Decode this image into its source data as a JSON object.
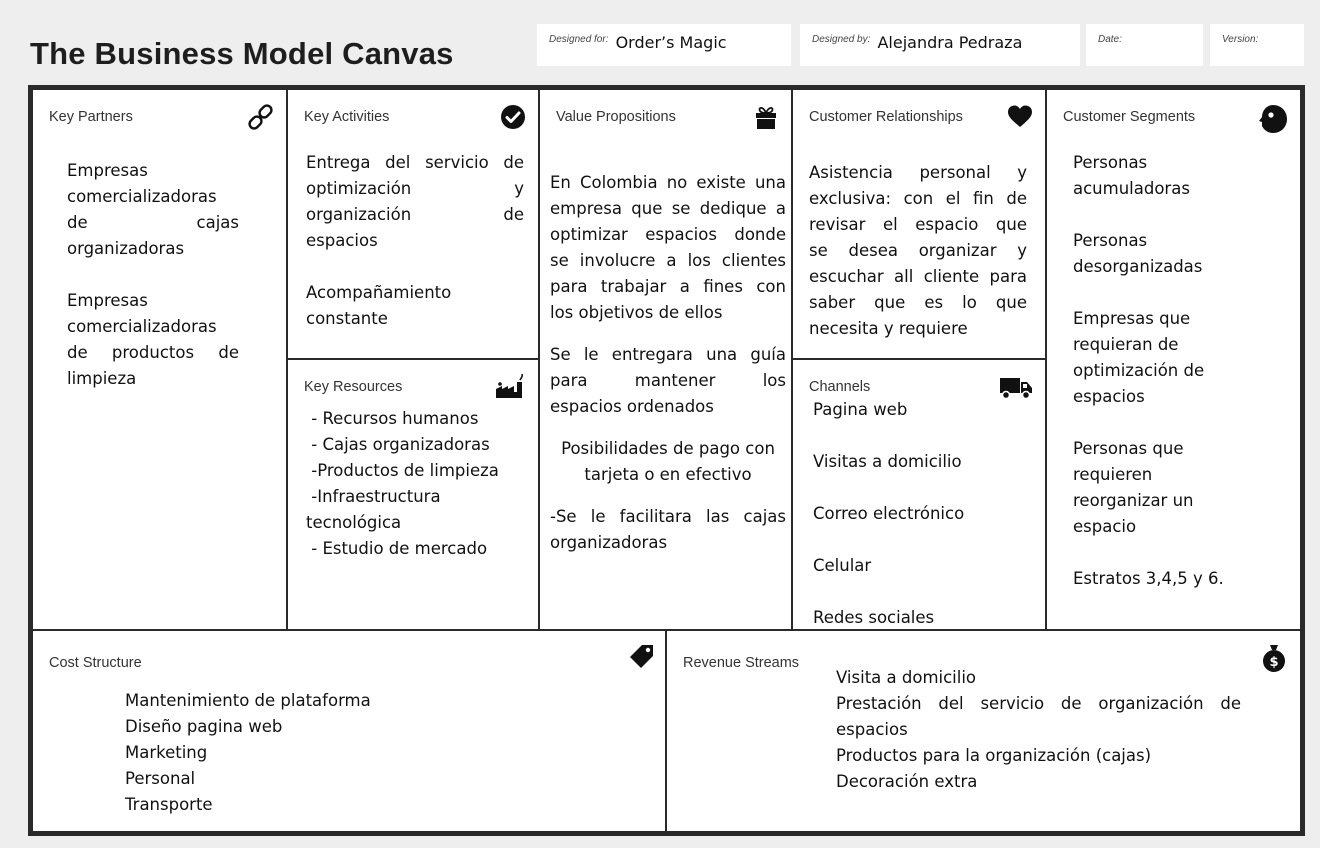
{
  "header": {
    "title": "The Business Model Canvas",
    "designed_for_label": "Designed for:",
    "designed_for": "Order’s Magic",
    "designed_by_label": "Designed by:",
    "designed_by": "Alejandra Pedraza",
    "date_label": "Date:",
    "version_label": "Version:"
  },
  "key_partners": {
    "title": "Key Partners",
    "icon": "link-icon",
    "lines": [
      "Empresas",
      "comercializadoras",
      "de cajas",
      "organizadoras",
      "",
      "Empresas",
      "comercializadoras",
      "de productos de",
      "limpieza"
    ]
  },
  "key_activities": {
    "title": "Key Activities",
    "icon": "check-circle-icon",
    "lines": [
      "Entrega del servicio de",
      "optimización y",
      "organización de",
      "espacios",
      "",
      "Acompañamiento",
      "constante"
    ]
  },
  "key_resources": {
    "title": "Key Resources",
    "icon": "factory-icon",
    "lines": [
      " - Recursos humanos",
      " - Cajas organizadoras",
      " -Productos de limpieza",
      " -Infraestructura",
      "tecnológica",
      " - Estudio de mercado"
    ]
  },
  "value_propositions": {
    "title": "Value Propositions",
    "icon": "gift-icon",
    "lines": [
      "En Colombia no existe una",
      "empresa que se dedique a",
      "optimizar espacios donde",
      "se involucre a los clientes",
      "para trabajar a fines con",
      "los objetivos de ellos",
      "",
      "Se le entregara una guía",
      "para mantener los",
      "espacios ordenados",
      "",
      "Posibilidades de pago con",
      "tarjeta o en efectivo",
      "",
      "-Se le facilitara las cajas",
      "organizadoras"
    ]
  },
  "customer_relationships": {
    "title": "Customer Relationships",
    "icon": "heart-icon",
    "lines": [
      "Asistencia personal y",
      "exclusiva: con el fin de",
      "revisar el espacio que",
      "se desea organizar y",
      "escuchar all cliente para",
      "saber que es lo que",
      "necesita y requiere"
    ]
  },
  "channels": {
    "title": "Channels",
    "icon": "truck-icon",
    "lines": [
      "Pagina web",
      "Visitas a domicilio",
      "Correo electrónico",
      "Celular",
      "Redes sociales"
    ]
  },
  "customer_segments": {
    "title": "Customer Segments",
    "icon": "face-icon",
    "lines": [
      "Personas",
      "acumuladoras",
      "",
      "Personas",
      "desorganizadas",
      "",
      "Empresas que",
      "requieran de",
      "optimización de",
      "espacios",
      "",
      "Personas que",
      "requieren",
      "reorganizar un",
      "espacio",
      "",
      "Estratos 3,4,5 y 6."
    ]
  },
  "cost_structure": {
    "title": "Cost Structure",
    "icon": "tag-icon",
    "lines": [
      "Mantenimiento de plataforma",
      "Diseño pagina web",
      "Marketing",
      "Personal",
      "Transporte"
    ]
  },
  "revenue_streams": {
    "title": "Revenue Streams",
    "icon": "money-bag-icon",
    "lines": [
      "Visita a domicilio",
      "Prestación del servicio de organización de",
      "espacios",
      "Productos para la organización (cajas)",
      "Decoración extra"
    ]
  }
}
